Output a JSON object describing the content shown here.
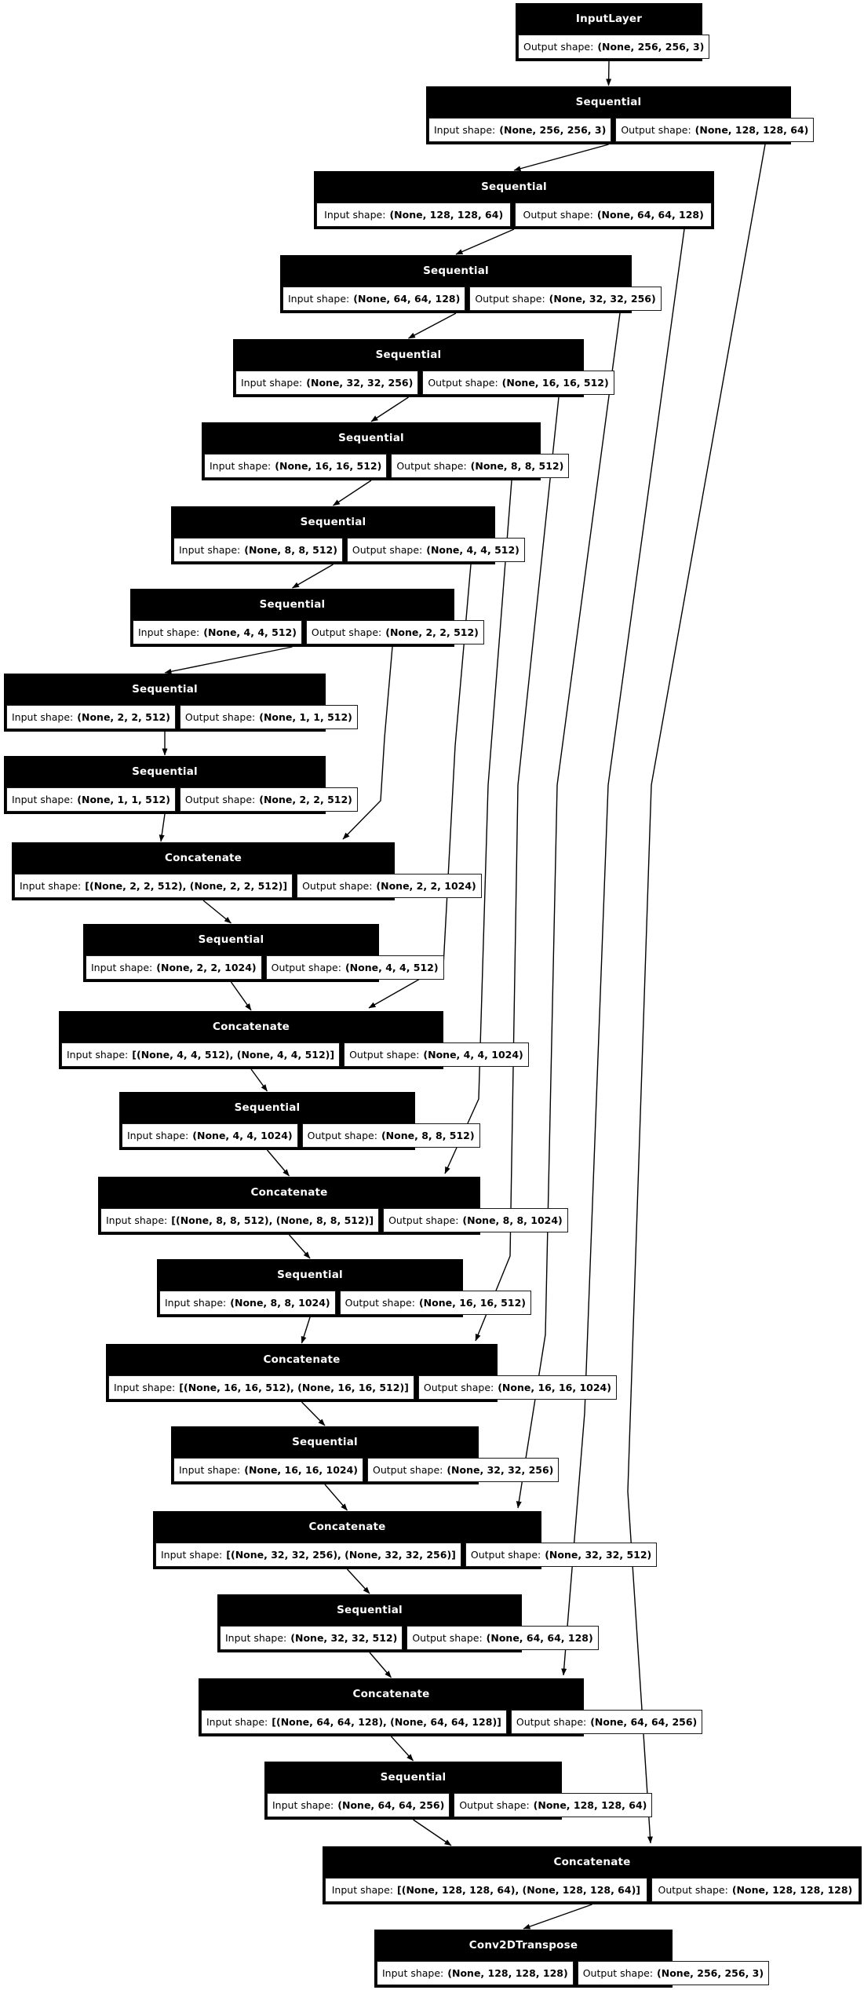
{
  "diagram": {
    "shape_labels": {
      "input": "Input shape:",
      "output": "Output shape:"
    },
    "colors": {
      "node_fill": "#000000",
      "node_text": "#ffffff",
      "cell_fill": "#ffffff",
      "cell_text": "#000000",
      "edge": "#000000",
      "background": "#ffffff"
    },
    "nodes": [
      {
        "title": "InputLayer",
        "output": "(None, 256, 256, 3)"
      },
      {
        "title": "Sequential",
        "input": "(None, 256, 256, 3)",
        "output": "(None, 128, 128, 64)"
      },
      {
        "title": "Sequential",
        "input": "(None, 128, 128, 64)",
        "output": "(None, 64, 64, 128)"
      },
      {
        "title": "Sequential",
        "input": "(None, 64, 64, 128)",
        "output": "(None, 32, 32, 256)"
      },
      {
        "title": "Sequential",
        "input": "(None, 32, 32, 256)",
        "output": "(None, 16, 16, 512)"
      },
      {
        "title": "Sequential",
        "input": "(None, 16, 16, 512)",
        "output": "(None, 8, 8, 512)"
      },
      {
        "title": "Sequential",
        "input": "(None, 8, 8, 512)",
        "output": "(None, 4, 4, 512)"
      },
      {
        "title": "Sequential",
        "input": "(None, 4, 4, 512)",
        "output": "(None, 2, 2, 512)"
      },
      {
        "title": "Sequential",
        "input": "(None, 2, 2, 512)",
        "output": "(None, 1, 1, 512)"
      },
      {
        "title": "Sequential",
        "input": "(None, 1, 1, 512)",
        "output": "(None, 2, 2, 512)"
      },
      {
        "title": "Concatenate",
        "input": "[(None, 2, 2, 512), (None, 2, 2, 512)]",
        "output": "(None, 2, 2, 1024)"
      },
      {
        "title": "Sequential",
        "input": "(None, 2, 2, 1024)",
        "output": "(None, 4, 4, 512)"
      },
      {
        "title": "Concatenate",
        "input": "[(None, 4, 4, 512), (None, 4, 4, 512)]",
        "output": "(None, 4, 4, 1024)"
      },
      {
        "title": "Sequential",
        "input": "(None, 4, 4, 1024)",
        "output": "(None, 8, 8, 512)"
      },
      {
        "title": "Concatenate",
        "input": "[(None, 8, 8, 512), (None, 8, 8, 512)]",
        "output": "(None, 8, 8, 1024)"
      },
      {
        "title": "Sequential",
        "input": "(None, 8, 8, 1024)",
        "output": "(None, 16, 16, 512)"
      },
      {
        "title": "Concatenate",
        "input": "[(None, 16, 16, 512), (None, 16, 16, 512)]",
        "output": "(None, 16, 16, 1024)"
      },
      {
        "title": "Sequential",
        "input": "(None, 16, 16, 1024)",
        "output": "(None, 32, 32, 256)"
      },
      {
        "title": "Concatenate",
        "input": "[(None, 32, 32, 256), (None, 32, 32, 256)]",
        "output": "(None, 32, 32, 512)"
      },
      {
        "title": "Sequential",
        "input": "(None, 32, 32, 512)",
        "output": "(None, 64, 64, 128)"
      },
      {
        "title": "Concatenate",
        "input": "[(None, 64, 64, 128), (None, 64, 64, 128)]",
        "output": "(None, 64, 64, 256)"
      },
      {
        "title": "Sequential",
        "input": "(None, 64, 64, 256)",
        "output": "(None, 128, 128, 64)"
      },
      {
        "title": "Concatenate",
        "input": "[(None, 128, 128, 64), (None, 128, 128, 64)]",
        "output": "(None, 128, 128, 128)"
      },
      {
        "title": "Conv2DTranspose",
        "input": "(None, 128, 128, 128)",
        "output": "(None, 256, 256, 3)"
      }
    ]
  }
}
